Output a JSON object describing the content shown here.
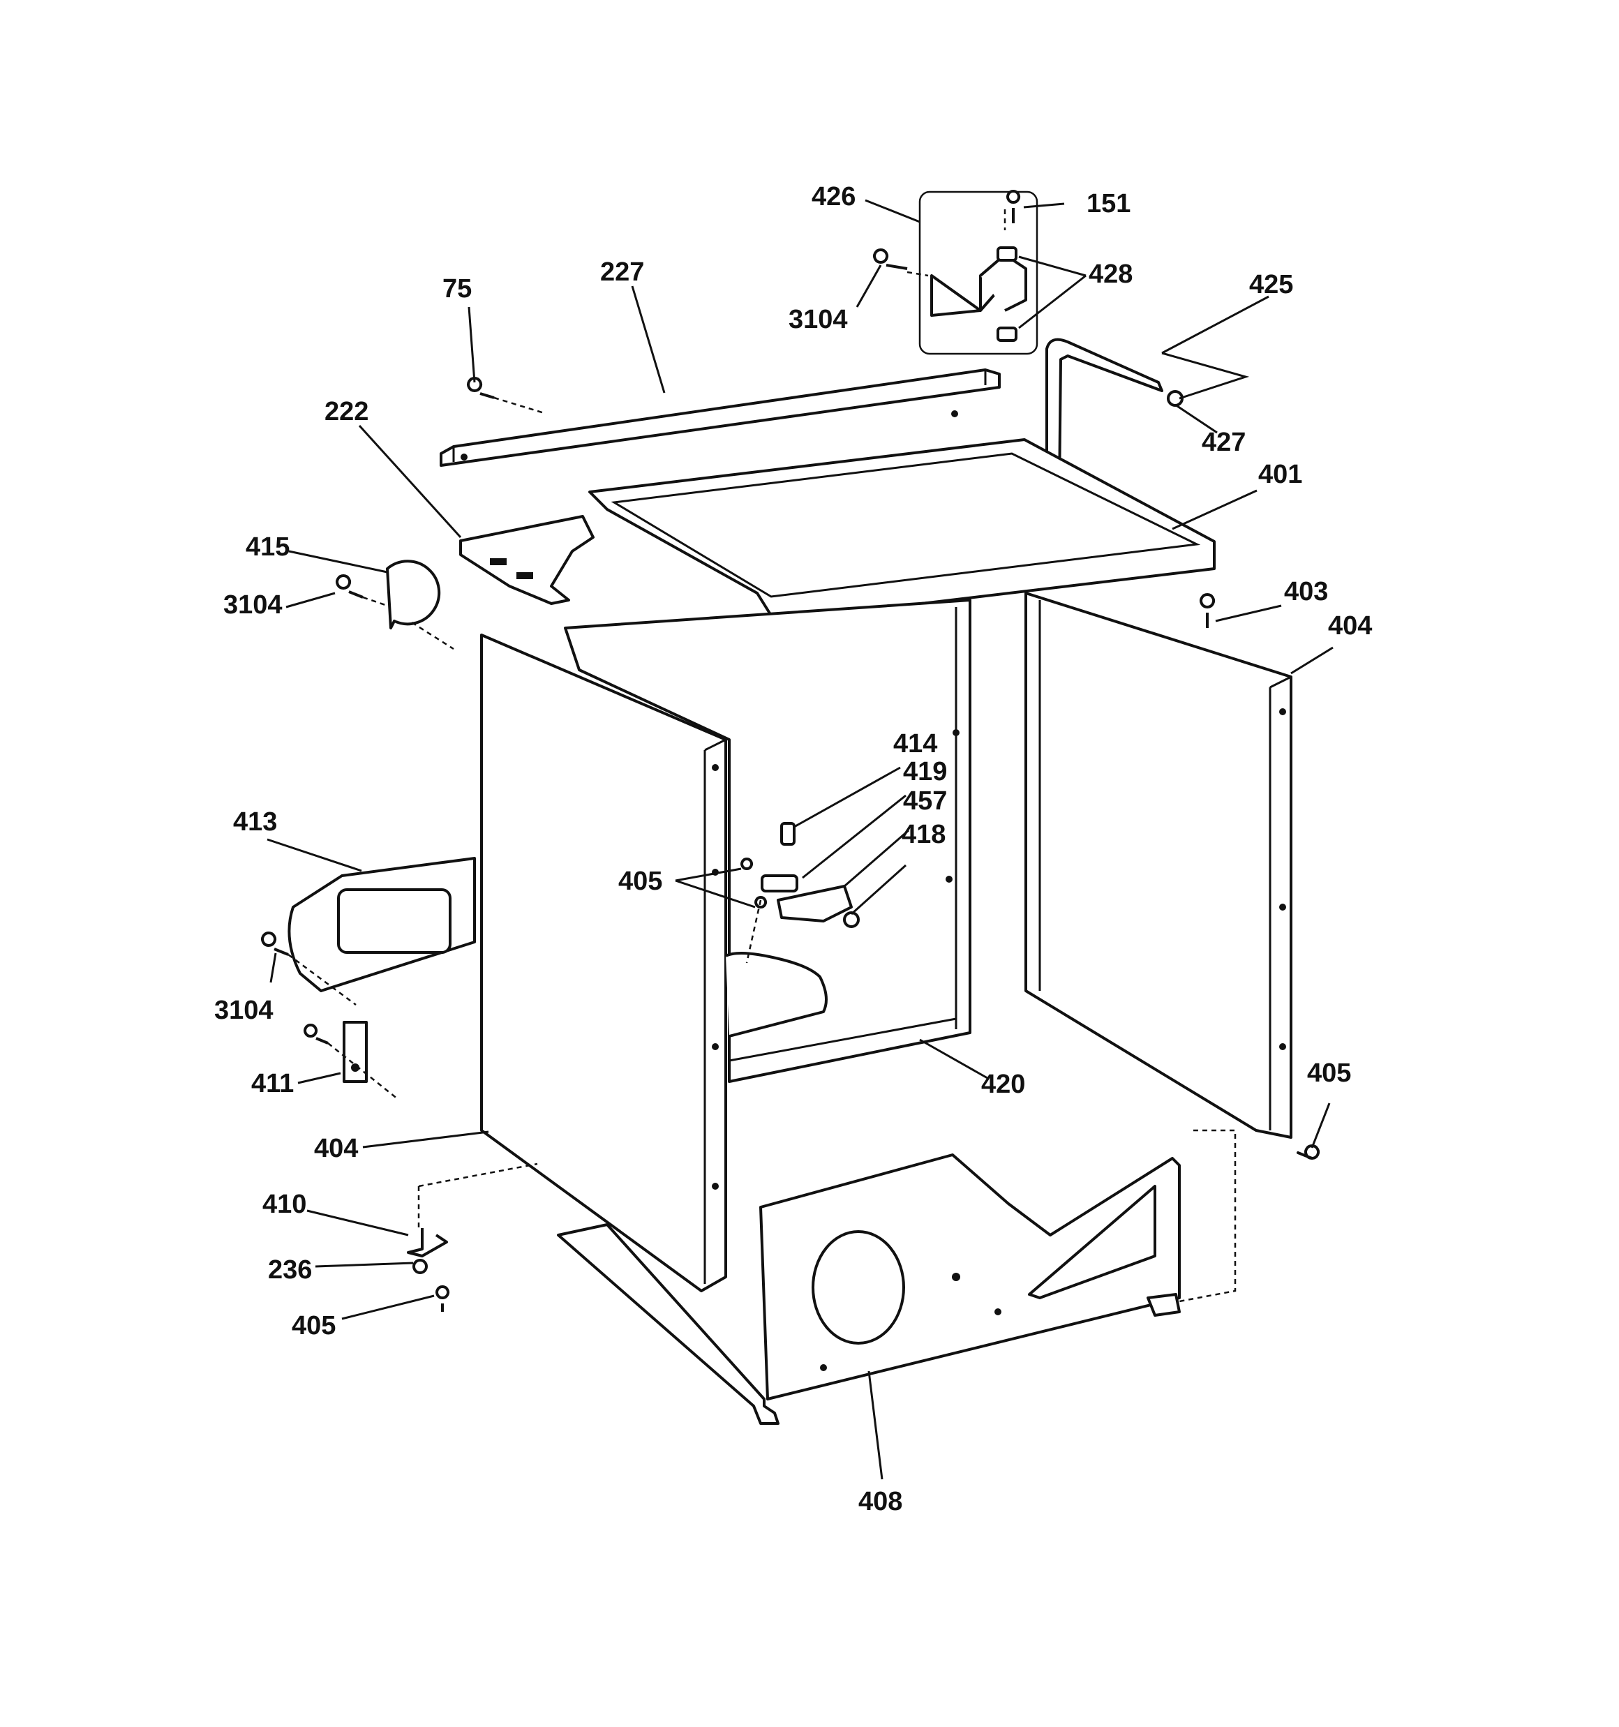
{
  "labels": {
    "l426": "426",
    "l151": "151",
    "l3104_top": "3104",
    "l428": "428",
    "l227": "227",
    "l75": "75",
    "l425": "425",
    "l427": "427",
    "l222": "222",
    "l401": "401",
    "l415": "415",
    "l3104_left": "3104",
    "l403": "403",
    "l404_right": "404",
    "l414": "414",
    "l419": "419",
    "l457": "457",
    "l418": "418",
    "l405_mid": "405",
    "l413": "413",
    "l3104_lower": "3104",
    "l411": "411",
    "l420": "420",
    "l405_right": "405",
    "l404_left": "404",
    "l410": "410",
    "l236": "236",
    "l405_bottom": "405",
    "l408": "408"
  }
}
